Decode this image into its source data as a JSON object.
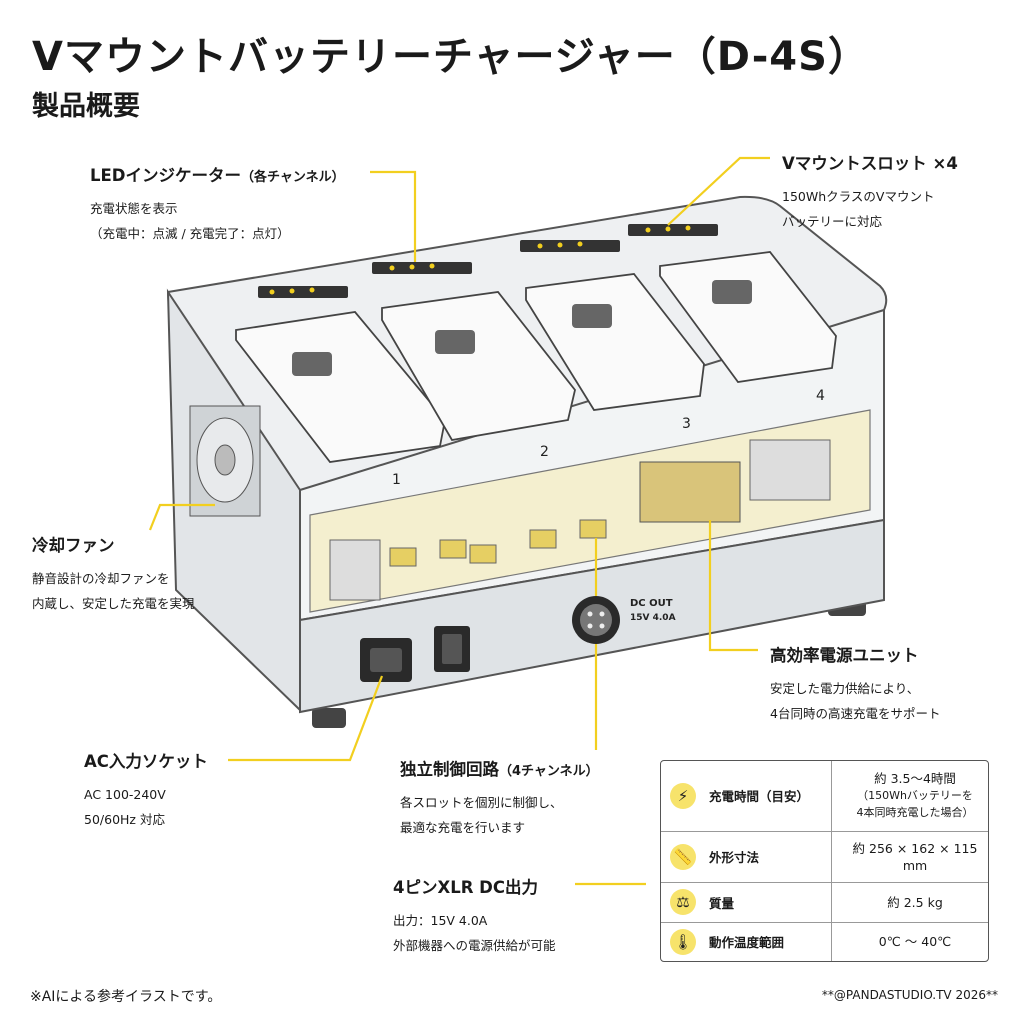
{
  "header": {
    "title": "Vマウントバッテリーチャージャー（D-4S）",
    "subtitle": "製品概要"
  },
  "callouts": {
    "led": {
      "title": "LEDインジケーター",
      "title_sub": "（各チャンネル）",
      "lines": [
        "充電状態を表示",
        "（充電中：点滅 / 充電完了：点灯）"
      ]
    },
    "slot": {
      "title": "Vマウントスロット ×4",
      "lines": [
        "150WhクラスのVマウント",
        "バッテリーに対応"
      ]
    },
    "fan": {
      "title": "冷却ファン",
      "lines": [
        "静音設計の冷却ファンを",
        "内蔵し、安定した充電を実現"
      ]
    },
    "psu": {
      "title": "高効率電源ユニット",
      "lines": [
        "安定した電力供給により、",
        "4台同時の高速充電をサポート"
      ]
    },
    "ac": {
      "title": "AC入力ソケット",
      "lines": [
        "AC 100-240V",
        "50/60Hz 対応"
      ]
    },
    "control": {
      "title": "独立制御回路",
      "title_sub": "（4チャンネル）",
      "lines": [
        "各スロットを個別に制御し、",
        "最適な充電を行います"
      ]
    },
    "dc": {
      "title": "4ピンXLR DC出力",
      "lines": [
        "出力：15V 4.0A",
        "外部機器への電源供給が可能"
      ]
    }
  },
  "device": {
    "slot_numbers": [
      "1",
      "2",
      "3",
      "4"
    ],
    "dc_out_label": "DC OUT",
    "dc_out_rating": "15V 4.0A"
  },
  "specs": [
    {
      "icon": "lightning-icon",
      "label": "充電時間（目安）",
      "value": "約 3.5〜4時間",
      "note": [
        "（150Whバッテリーを",
        "4本同時充電した場合）"
      ]
    },
    {
      "icon": "ruler-icon",
      "label": "外形寸法",
      "value": "約 256 × 162 × 115 mm"
    },
    {
      "icon": "weight-icon",
      "label": "質量",
      "value": "約 2.5 kg"
    },
    {
      "icon": "thermometer-icon",
      "label": "動作温度範囲",
      "value": "0℃ 〜 40℃"
    }
  ],
  "footer": {
    "note": "※AIによる参考イラストです。",
    "credit": "**@PANDASTUDIO.TV 2026**"
  },
  "colors": {
    "accent": "#f2cf1f",
    "ink": "#1a1a1a",
    "line": "#555555"
  }
}
